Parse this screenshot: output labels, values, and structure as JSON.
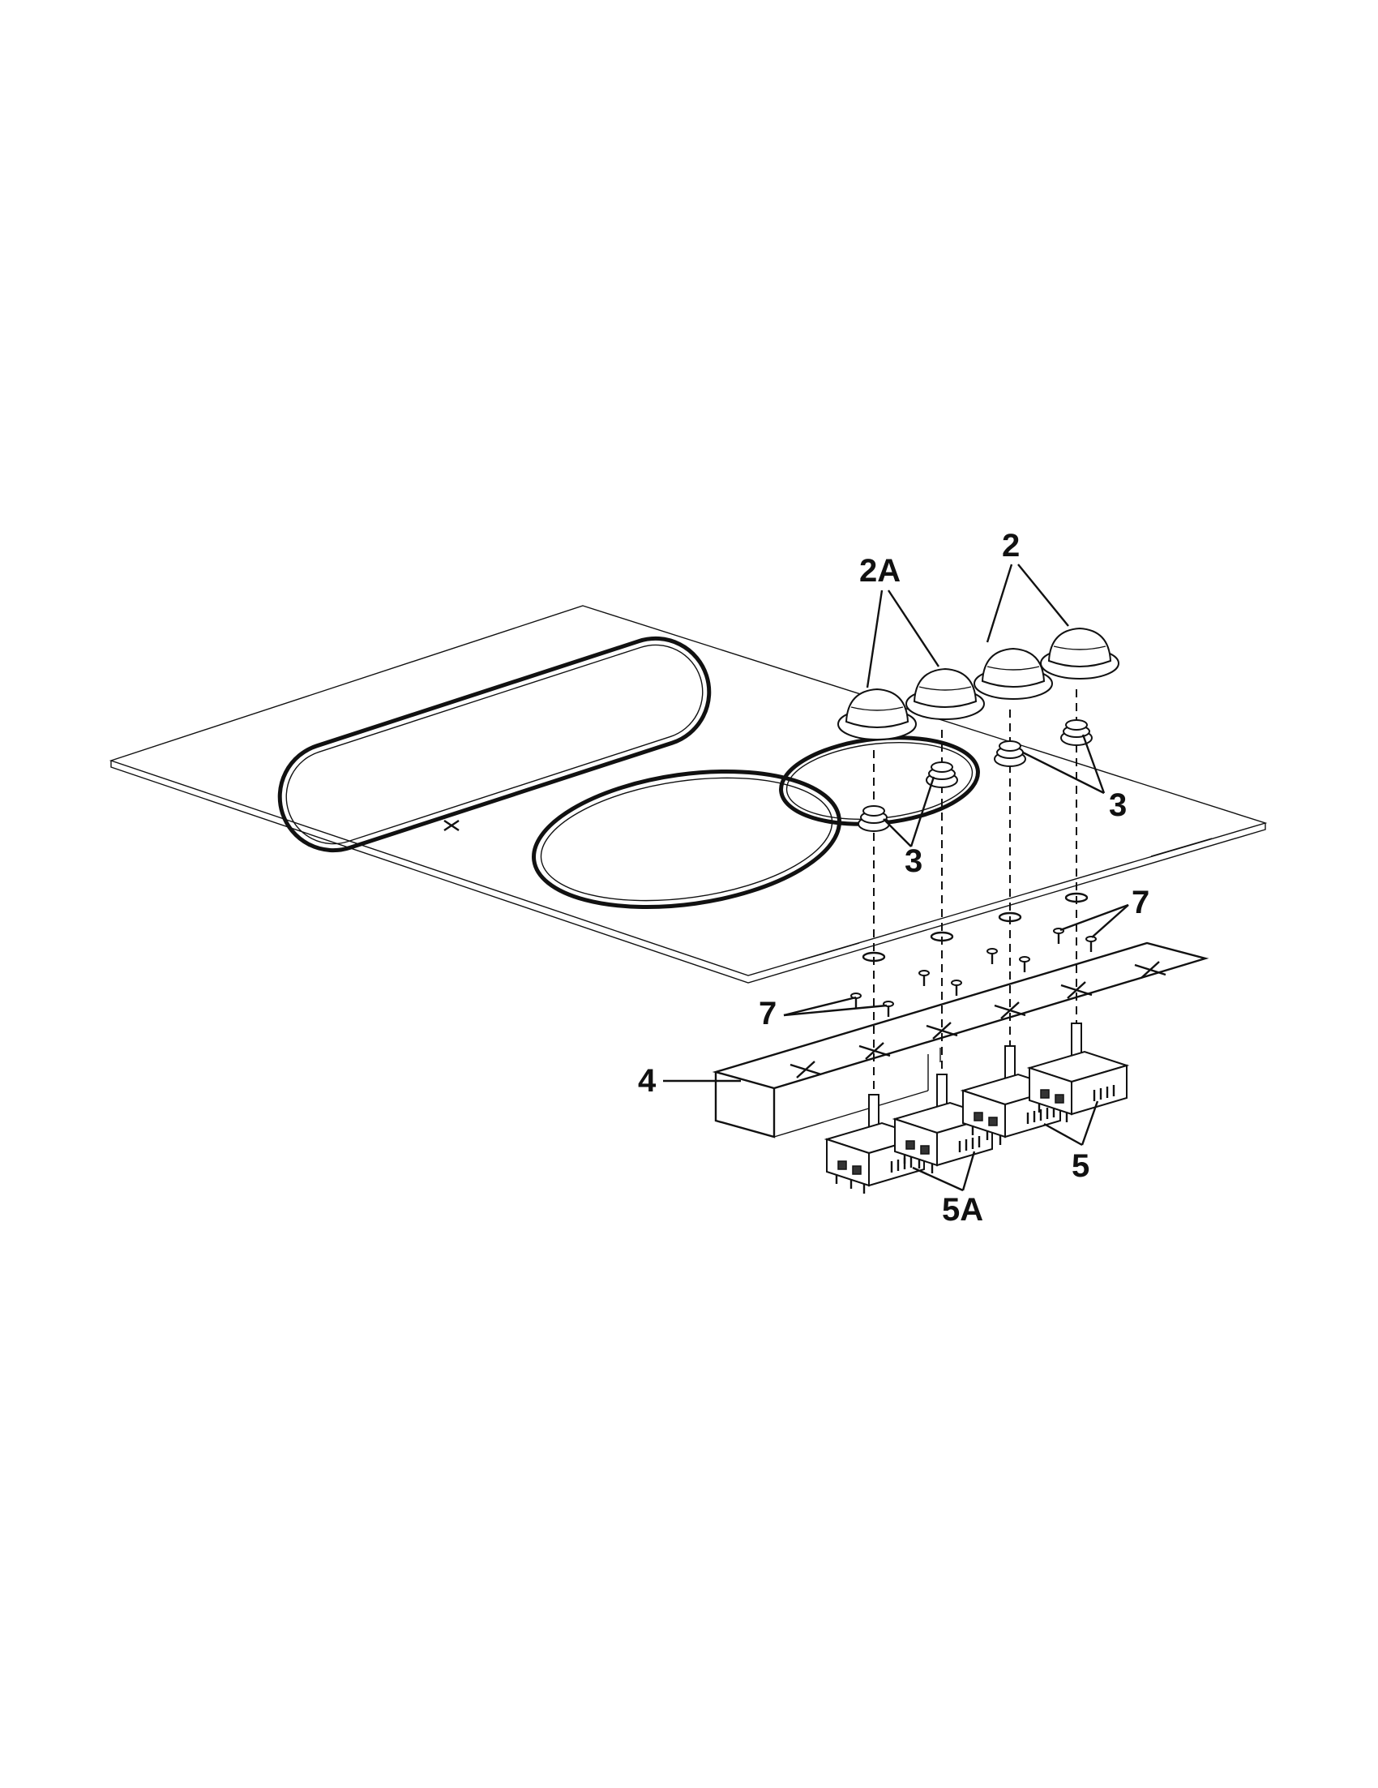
{
  "diagram": {
    "labels": {
      "knob_left": "2A",
      "knob_right": "2",
      "bezel_right": "3",
      "bezel_left": "3",
      "screw_right": "7",
      "screw_left": "7",
      "bracket": "4",
      "switch_right": "5",
      "switch_left": "5A"
    },
    "colors": {
      "line": "#111111",
      "background": "#ffffff"
    }
  }
}
